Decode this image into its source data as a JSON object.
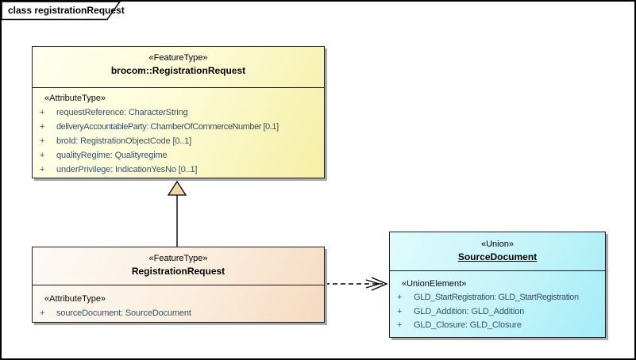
{
  "frame_label": "class registrationRequest",
  "classes": {
    "brocom": {
      "stereotype": "«FeatureType»",
      "name": "brocom::RegistrationRequest",
      "section_stereotype": "«AttributeType»",
      "attributes": [
        {
          "vis": "+",
          "text": "requestReference: CharacterString"
        },
        {
          "vis": "+",
          "text": "deliveryAccountableParty: ChamberOfCommerceNumber [0.1]"
        },
        {
          "vis": "+",
          "text": "broId: RegistrationObjectCode [0..1]"
        },
        {
          "vis": "+",
          "text": "qualityRegime: Qualityregime"
        },
        {
          "vis": "+",
          "text": "underPrivilege: IndicationYesNo [0..1]"
        }
      ]
    },
    "rr": {
      "stereotype": "«FeatureType»",
      "name": "RegistrationRequest",
      "section_stereotype": "«AttributeType»",
      "attributes": [
        {
          "vis": "+",
          "text": "sourceDocument: SourceDocument"
        }
      ]
    },
    "union": {
      "stereotype": "«Union»",
      "name": "SourceDocument",
      "section_stereotype": "«UnionElement»",
      "attributes": [
        {
          "vis": "+",
          "text": "GLD_StartRegistration: GLD_StartRegistration"
        },
        {
          "vis": "+",
          "text": "GLD_Addition: GLD_Addition"
        },
        {
          "vis": "+",
          "text": "GLD_Closure: GLD_Closure"
        }
      ]
    }
  },
  "connectors": {
    "generalization": {
      "type": "generalization",
      "from": "RegistrationRequest",
      "to": "brocom::RegistrationRequest"
    },
    "dependency": {
      "type": "dependency",
      "from": "RegistrationRequest",
      "to": "SourceDocument"
    }
  },
  "colors": {
    "feature_box_gradient_start": "#ffffee",
    "feature_box_gradient_end": "#f5efa5",
    "request_box_gradient_start": "#fdfaf6",
    "request_box_gradient_end": "#f6d9c0",
    "union_box_gradient_start": "#e0fbfd",
    "union_box_gradient_end": "#a5ecf7",
    "generalization_arrow_fill": "#f0d7a5",
    "box_border": "#1c1c1c",
    "attribute_text": "#375169",
    "shadow": "#a9a9a9"
  }
}
